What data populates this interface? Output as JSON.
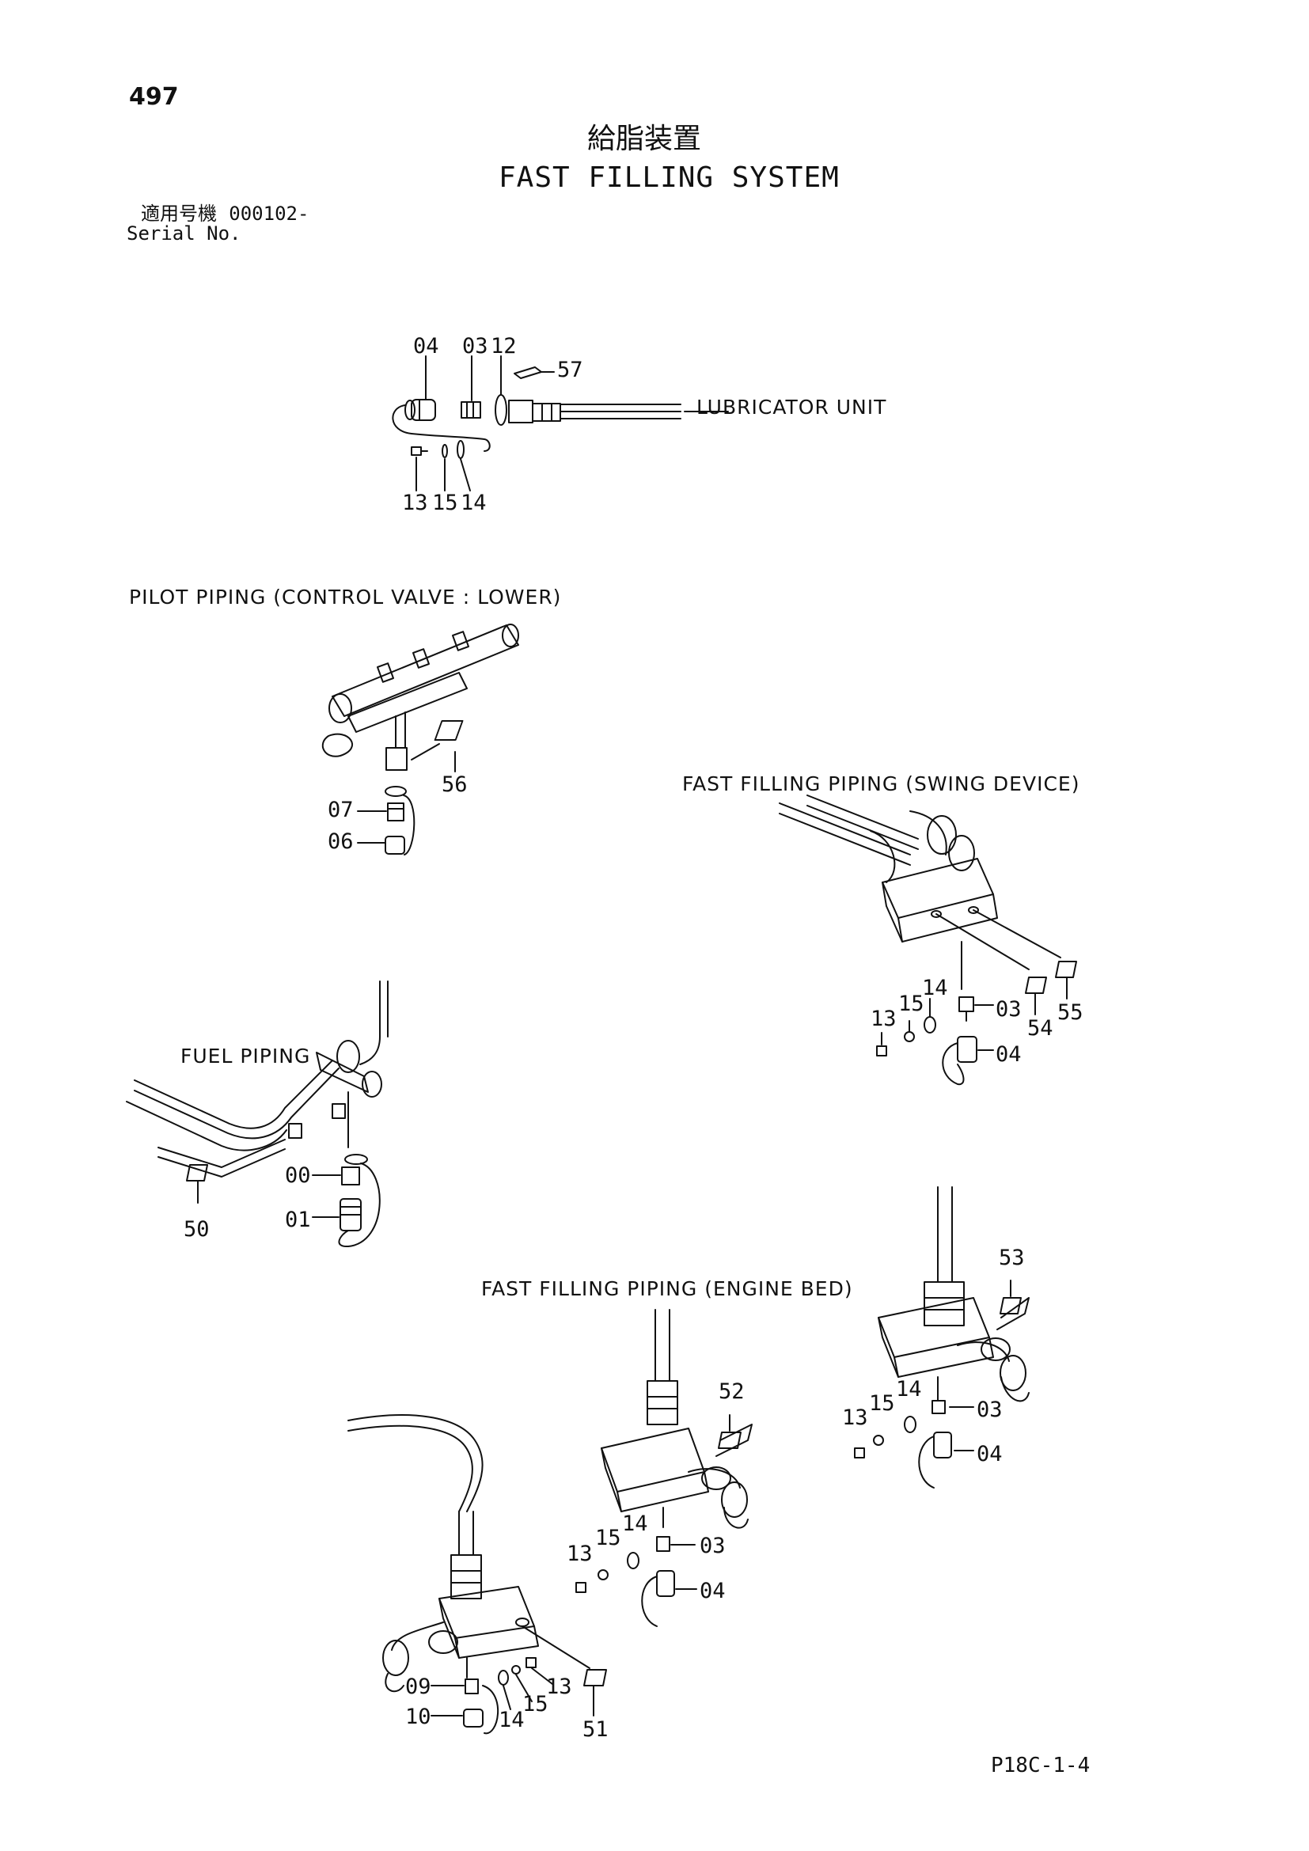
{
  "header": {
    "page_number": "497",
    "title_jp": "給脂装置",
    "title_en": "FAST FILLING SYSTEM",
    "serial_label_jp": "適用号機",
    "serial_value": "000102-",
    "serial_label_en": "Serial No."
  },
  "footer": {
    "drawing_code": "P18C-1-4"
  },
  "assemblies": {
    "lubricator": {
      "caption": "LUBRICATOR UNIT",
      "callouts": {
        "a": "04",
        "b": "03",
        "c": "12",
        "d": "57",
        "e": "13",
        "f": "15",
        "g": "14"
      }
    },
    "pilot": {
      "caption": "PILOT PIPING (CONTROL VALVE : LOWER)",
      "callouts": {
        "a": "56",
        "b": "07",
        "c": "06"
      }
    },
    "swing": {
      "caption": "FAST FILLING PIPING (SWING DEVICE)",
      "callouts": {
        "a": "14",
        "b": "15",
        "c": "13",
        "d": "03",
        "e": "04",
        "f": "54",
        "g": "55"
      }
    },
    "fuel": {
      "caption": "FUEL PIPING",
      "callouts": {
        "a": "00",
        "b": "01",
        "c": "50"
      }
    },
    "engine": {
      "caption": "FAST FILLING PIPING (ENGINE BED)",
      "callouts": {
        "a": "53",
        "b": "14",
        "c": "15",
        "d": "13",
        "e": "03",
        "f": "04",
        "g": "52",
        "h": "14",
        "i": "15",
        "j": "13",
        "k": "03",
        "l": "04",
        "m": "09",
        "n": "10",
        "o": "14",
        "p": "15",
        "q": "13",
        "r": "51"
      }
    }
  }
}
